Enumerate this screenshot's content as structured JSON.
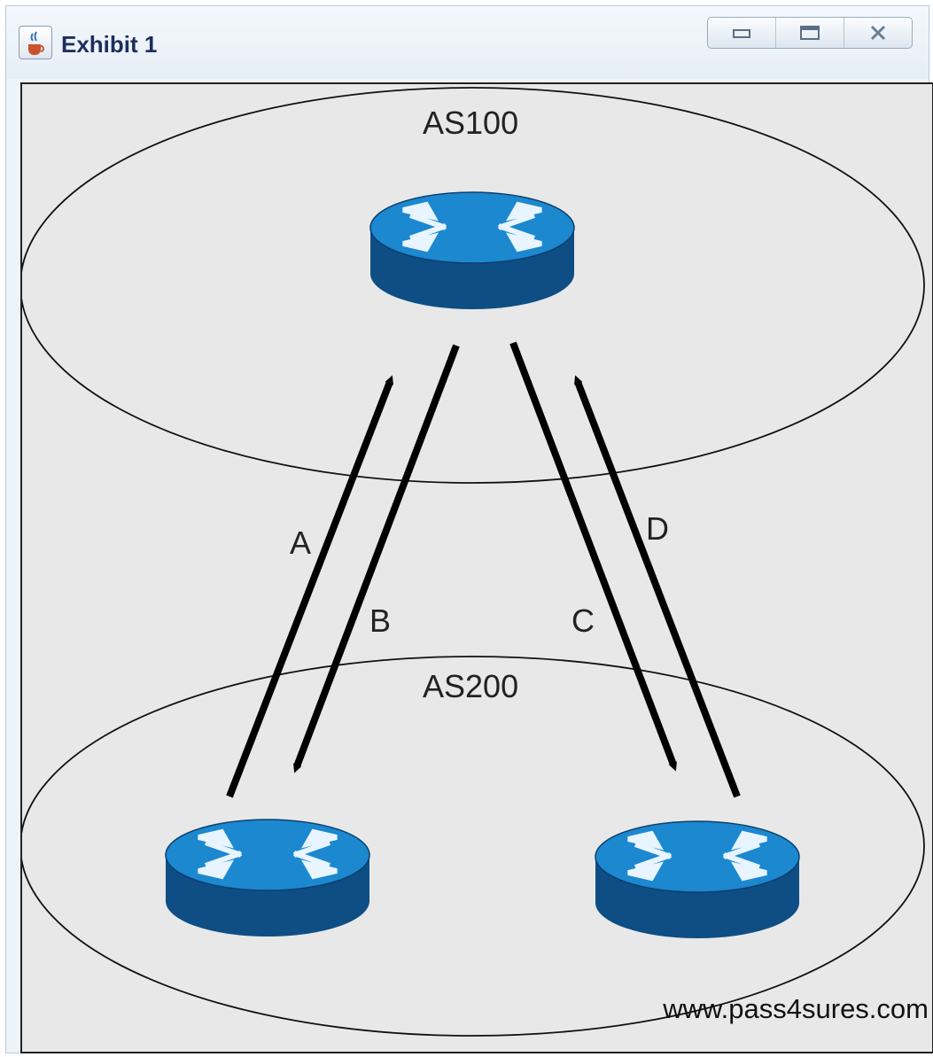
{
  "window": {
    "title": "Exhibit 1",
    "icon": "java-cup-icon",
    "controls": [
      "minimize-icon",
      "maximize-icon",
      "close-icon"
    ]
  },
  "diagram": {
    "zones": [
      {
        "label": "AS100"
      },
      {
        "label": "AS200"
      }
    ],
    "routers": 3,
    "arrows": [
      {
        "label": "A"
      },
      {
        "label": "B"
      },
      {
        "label": "C"
      },
      {
        "label": "D"
      }
    ],
    "watermark": "www.pass4sures.com",
    "colors": {
      "router_top": "#1a86cf",
      "router_side": "#0d4f86",
      "background": "#e8e8e8",
      "arrow": "#000000"
    }
  }
}
